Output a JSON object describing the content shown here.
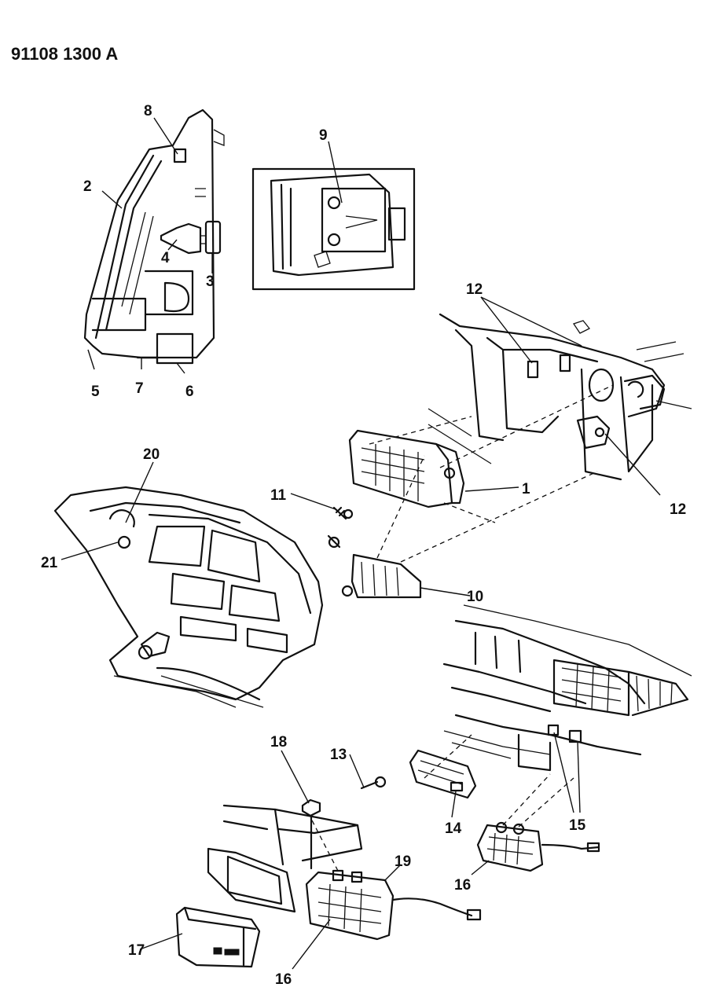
{
  "ref_code": "91108 1300 A",
  "callouts": {
    "c1": "1",
    "c2": "2",
    "c3": "3",
    "c4": "4",
    "c5": "5",
    "c6": "6",
    "c7": "7",
    "c8": "8",
    "c9": "9",
    "c10": "10",
    "c11": "11",
    "c12a": "12",
    "c12b": "12",
    "c13": "13",
    "c14": "14",
    "c15": "15",
    "c16a": "16",
    "c16b": "16",
    "c17": "17",
    "c18": "18",
    "c19": "19",
    "c20": "20",
    "c21": "21"
  }
}
